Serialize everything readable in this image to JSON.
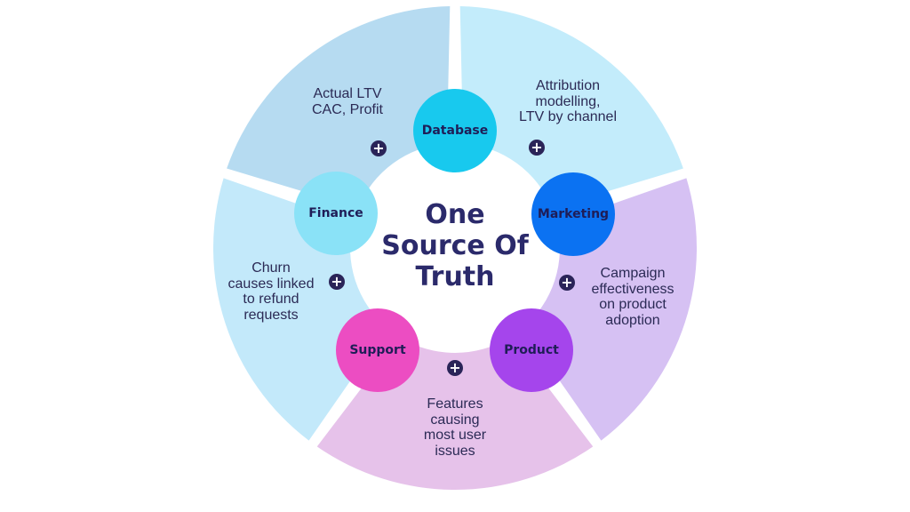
{
  "center": {
    "title_lines": [
      "One",
      "Source Of",
      "Truth"
    ]
  },
  "nodes": {
    "database": {
      "label": "Database"
    },
    "finance": {
      "label": "Finance"
    },
    "marketing": {
      "label": "Marketing"
    },
    "support": {
      "label": "Support"
    },
    "product": {
      "label": "Product"
    }
  },
  "descriptions": {
    "finance": [
      "Actual LTV",
      "CAC, Profit"
    ],
    "database": [
      "Attribution",
      "modelling,",
      "LTV by channel"
    ],
    "support": [
      "Churn",
      "causes linked",
      "to refund",
      "requests"
    ],
    "marketing": [
      "Campaign",
      "effectiveness",
      "on product",
      "adoption"
    ],
    "product": [
      "Features",
      "causing",
      "most user",
      "issues"
    ]
  },
  "plus_icon": "+",
  "colors": {
    "segment_top_left": "#b6dbf1",
    "segment_top_right": "#c3ecfb",
    "segment_right": "#d6c1f3",
    "segment_bottom": "#e6c2ea",
    "segment_left": "#c3e9fa",
    "node_database": "#18c9ee",
    "node_finance": "#8ae2f7",
    "node_marketing": "#0b72f2",
    "node_support": "#ec4dc2",
    "node_product": "#a545ec",
    "plus_badge": "#2a2458",
    "title_text": "#2b2a6b"
  }
}
